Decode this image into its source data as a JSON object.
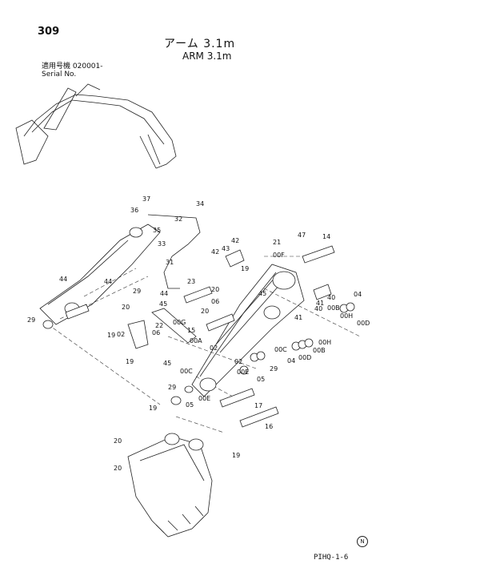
{
  "header": {
    "page_number": "309",
    "title_jp": "アーム 3.1m",
    "title_en": "ARM 3.1m",
    "serial_label_jp": "適用号機",
    "serial_value": "020001-",
    "serial_label_en": "Serial No."
  },
  "footer": {
    "drawing_code": "PIHQ-1-6",
    "mark": "N"
  },
  "callouts": [
    "37",
    "36",
    "34",
    "35",
    "32",
    "33",
    "31",
    "44",
    "44",
    "29",
    "23",
    "29",
    "44",
    "20",
    "42",
    "43",
    "42",
    "19",
    "21",
    "00F",
    "47",
    "14",
    "45",
    "20",
    "45",
    "06",
    "00G",
    "20",
    "22",
    "02",
    "15",
    "00A",
    "41",
    "40",
    "41",
    "00B",
    "04",
    "00H",
    "00D",
    "19",
    "06",
    "02",
    "00C",
    "00H",
    "00B",
    "19",
    "45",
    "00C",
    "02",
    "00E",
    "00D",
    "04",
    "05",
    "29",
    "29",
    "00E",
    "05",
    "17",
    "16",
    "19",
    "20",
    "20",
    "19",
    "40"
  ]
}
